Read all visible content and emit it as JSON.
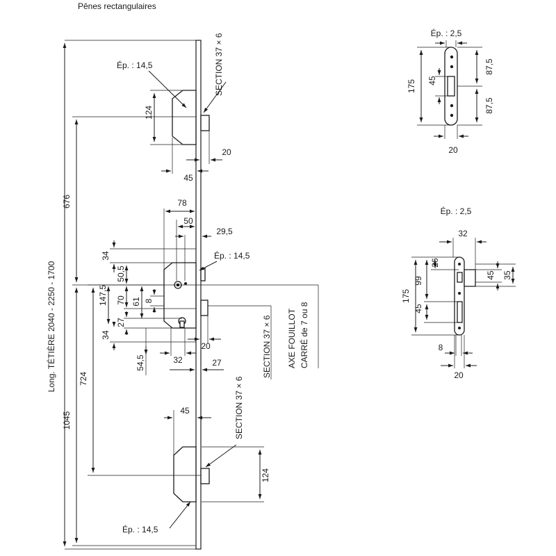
{
  "title": "Pênes rectangulaires",
  "main": {
    "length_label": "Long. TÉTIÈRE 2040 - 2250 - 1700",
    "dims": {
      "d1045": "1045",
      "d676": "676",
      "d724": "724",
      "d124_top": "124",
      "d124_bottom": "124",
      "d20_top": "20",
      "d45_top": "45",
      "d45_bottom": "45",
      "d78": "78",
      "d50": "50",
      "d29_5": "29,5",
      "d34_top": "34",
      "d50_5": "50,5",
      "d147_5": "147,5",
      "d70": "70",
      "d61": "61",
      "d8": "8",
      "d27_left": "27",
      "d34_bottom": "34",
      "d54_5": "54,5",
      "d32": "32",
      "d20_mid": "20",
      "d27_mid": "27"
    },
    "labels": {
      "ep_top": "Ép. : 14,5",
      "ep_mid": "Ép. : 14,5",
      "ep_bottom": "Ép. : 14,5",
      "section_top": "SECTION 37 × 6",
      "section_mid": "SECTION 37 × 6",
      "section_bottom": "SECTION 37 × 6",
      "axe_line1": "AXE FOUILLOT",
      "axe_line2": "CARRÉ de 7 ou 8"
    }
  },
  "strike1": {
    "ep": "Ép. : 2,5",
    "d175": "175",
    "d45": "45",
    "d87_5_top": "87,5",
    "d87_5_bottom": "87,5",
    "d20": "20"
  },
  "strike2": {
    "ep": "Ép. : 2,5",
    "d32": "32",
    "d175": "175",
    "d26": "26",
    "d99": "99",
    "d45_left": "45",
    "d45_right": "45",
    "d35": "35",
    "d8": "8",
    "d20": "20"
  }
}
